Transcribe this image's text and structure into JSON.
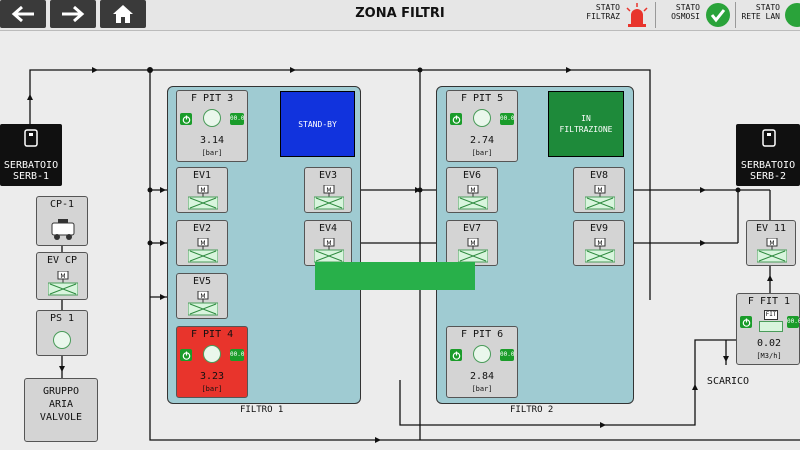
{
  "header": {
    "title": "ZONA FILTRI",
    "stato_filtraz": [
      "STATO",
      "FILTRAZ"
    ],
    "stato_osmosi": [
      "STATO",
      "OSMOSI"
    ],
    "stato_rete_lan": [
      "STATO",
      "RETE LAN"
    ]
  },
  "tanks": {
    "serb1": [
      "SERBATOIO",
      "SERB-1"
    ],
    "serb2": [
      "SERBATOIO",
      "SERB-2"
    ]
  },
  "left_chain": {
    "cp1": "CP-1",
    "evcp": "EV CP",
    "ps1": "PS 1",
    "gruppo": [
      "GRUPPO",
      "ARIA",
      "VALVOLE"
    ]
  },
  "filtro1": {
    "label": "FILTRO 1",
    "pit3": {
      "name": "F PIT 3",
      "value": "3.14",
      "unit": "[bar]",
      "tag": "00.0"
    },
    "pit4": {
      "name": "F PIT 4",
      "value": "3.23",
      "unit": "[bar]",
      "tag": "00.0"
    },
    "status": "STAND-BY",
    "ev1": "EV1",
    "ev2": "EV2",
    "ev5": "EV5"
  },
  "middle": {
    "ev3": "EV3",
    "ev4": "EV4"
  },
  "filtro2": {
    "label": "FILTRO 2",
    "pit5": {
      "name": "F PIT 5",
      "value": "2.74",
      "unit": "[bar]",
      "tag": "00.0"
    },
    "pit6": {
      "name": "F PIT 6",
      "value": "2.84",
      "unit": "[bar]",
      "tag": "00.0"
    },
    "status": [
      "IN",
      "FILTRAZIONE"
    ],
    "ev6": "EV6",
    "ev7": "EV7"
  },
  "right": {
    "ev8": "EV8",
    "ev9": "EV9",
    "ev11": "EV 11",
    "ffit1": {
      "name": "F FIT 1",
      "value": "0.02",
      "unit": "[M3/h]",
      "tag": "00.0",
      "fit": "FIT"
    },
    "scarico": "SCARICO"
  },
  "colors": {
    "filter_bg": "#9fcbd2",
    "standby": "#1133dd",
    "filtrazione": "#1e8a3a",
    "alarm": "#e8342c",
    "ok": "#1a9c2a"
  }
}
